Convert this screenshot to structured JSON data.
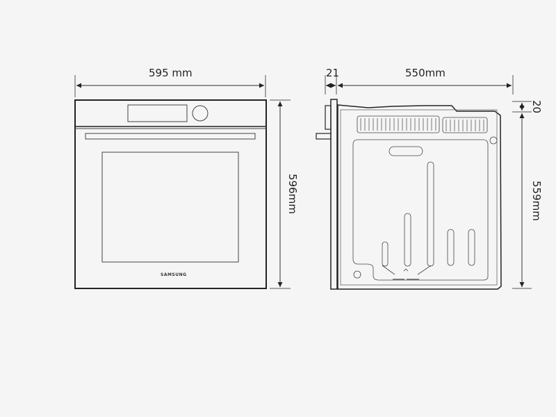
{
  "front_view": {
    "width_label": "595 mm",
    "height_label": "596mm",
    "brand": "SAMSUNG"
  },
  "side_view": {
    "door_depth_label": "21",
    "depth_label": "550mm",
    "top_offset_label": "20",
    "height_label": "559mm"
  },
  "colors": {
    "background": "#f5f5f5",
    "line": "#222222",
    "dimension_line": "#555555"
  }
}
